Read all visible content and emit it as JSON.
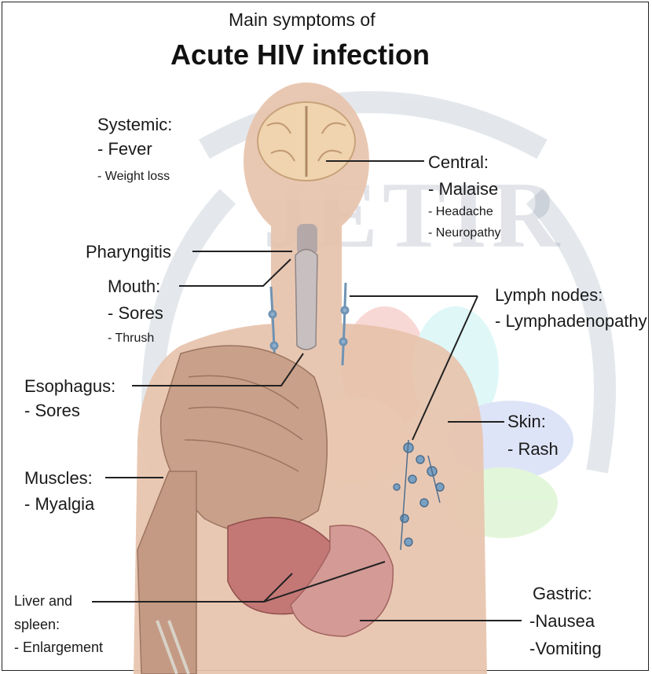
{
  "title_small": "Main symptoms of",
  "title_large": "Acute HIV infection",
  "watermark": "JETIR",
  "labels": {
    "systemic": {
      "heading": "Systemic:",
      "items": [
        "- Fever",
        "- Weight loss"
      ]
    },
    "central": {
      "heading": "Central:",
      "items": [
        "- Malaise",
        "- Headache",
        "- Neuropathy"
      ]
    },
    "pharyngitis": {
      "heading": "Pharyngitis"
    },
    "mouth": {
      "heading": "Mouth:",
      "items": [
        "- Sores",
        "- Thrush"
      ]
    },
    "lymph": {
      "heading": "Lymph nodes:",
      "items": [
        "- Lymphadenopathy"
      ]
    },
    "esophagus": {
      "heading": "Esophagus:",
      "items": [
        "- Sores"
      ]
    },
    "skin": {
      "heading": "Skin:",
      "items": [
        "- Rash"
      ]
    },
    "muscles": {
      "heading": "Muscles:",
      "items": [
        "- Myalgia"
      ]
    },
    "liver": {
      "lines": [
        "Liver and",
        "spleen:",
        "- Enlargement"
      ]
    },
    "gastric": {
      "heading": "Gastric:",
      "items": [
        "-Nausea",
        "-Vomiting"
      ]
    }
  },
  "colors": {
    "skin": "#e8c4ae",
    "brain": "#f2d9b8",
    "muscle": "#c79a80",
    "liver": "#c77a78",
    "lymph": "#6f93b3",
    "leader_line": "#222222"
  }
}
